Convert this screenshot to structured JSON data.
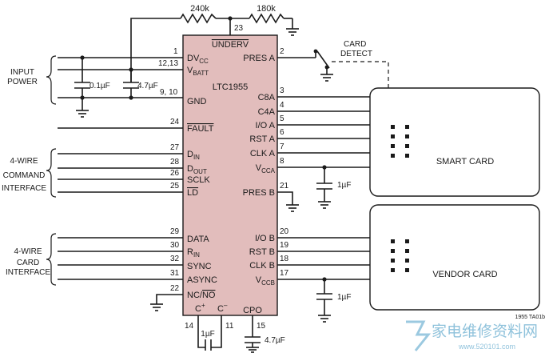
{
  "ic": {
    "name": "LTC1955"
  },
  "resistors": {
    "r1": "240k",
    "r2": "180k"
  },
  "caps": {
    "c_dv": "0.1µF",
    "c_vbatt": "4.7µF",
    "c_vcca": "1µF",
    "c_vccb": "1µF",
    "c_pump": "1µF",
    "c_cpo": "4.7µF"
  },
  "groups": {
    "input_power": [
      "INPUT",
      "POWER"
    ],
    "command": [
      "4-WIRE",
      "COMMAND",
      "INTERFACE"
    ],
    "card_if": [
      "4-WIRE",
      "CARD",
      "INTERFACE"
    ]
  },
  "card_detect": [
    "CARD",
    "DETECT"
  ],
  "cards": {
    "smart": "SMART CARD",
    "vendor": "VENDOR CARD"
  },
  "pins": {
    "underv": "UNDERV",
    "underv_num": "23",
    "dvcc": "DV",
    "dvcc_sub": "CC",
    "dvcc_num": "1",
    "vbatt": "V",
    "vbatt_sub": "BATT",
    "vbatt_num": "12,13",
    "gnd": "GND",
    "gnd_num": "9, 10",
    "fault": "FAULT",
    "fault_num": "24",
    "din": "D",
    "din_sub": "IN",
    "din_num": "27",
    "dout": "D",
    "dout_sub": "OUT",
    "dout_num": "28",
    "sclk": "SCLK",
    "sclk_num": "26",
    "ld": "LD",
    "ld_num": "25",
    "data": "DATA",
    "data_num": "29",
    "rin": "R",
    "rin_sub": "IN",
    "rin_num": "30",
    "sync": "SYNC",
    "sync_num": "32",
    "async": "ASYNC",
    "async_num": "31",
    "ncno": "NC/NO",
    "ncno_num": "22",
    "presa": "PRES A",
    "presa_num": "2",
    "c8a": "C8A",
    "c8a_num": "3",
    "c4a": "C4A",
    "c4a_num": "4",
    "ioa": "I/O A",
    "ioa_num": "5",
    "rsta": "RST A",
    "rsta_num": "6",
    "clka": "CLK A",
    "clka_num": "7",
    "vcca": "V",
    "vcca_sub": "CCA",
    "vcca_num": "8",
    "presb": "PRES B",
    "presb_num": "21",
    "iob": "I/O B",
    "iob_num": "20",
    "rstb": "RST B",
    "rstb_num": "19",
    "clkb": "CLK B",
    "clkb_num": "18",
    "vccb": "V",
    "vccb_sub": "CCB",
    "vccb_num": "17",
    "cplus": "C",
    "cplus_sup": "+",
    "cplus_num": "14",
    "cminus": "C",
    "cminus_sup": "–",
    "cminus_num": "11",
    "cpo": "CPO",
    "cpo_num": "15"
  },
  "figure_id": "1955 TA01b",
  "watermark": {
    "cn": "家电维修资料网",
    "url": "www.520101.com"
  }
}
